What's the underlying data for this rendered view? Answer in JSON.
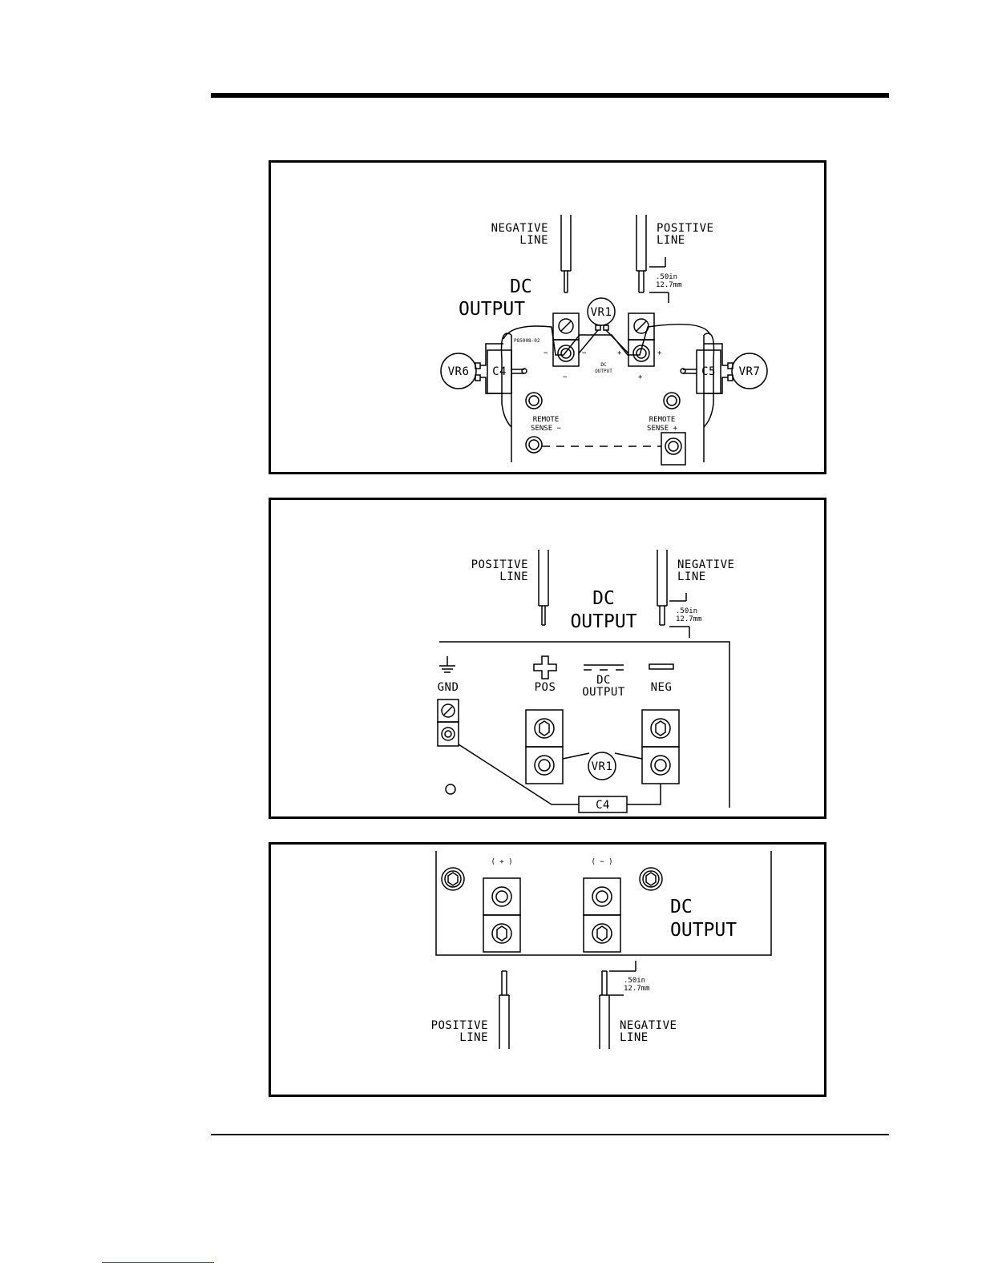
{
  "panel1": {
    "negative_line": [
      "NEGATIVE",
      "LINE"
    ],
    "positive_line": [
      "POSITIVE",
      "LINE"
    ],
    "dim_in": ".50in",
    "dim_mm": "12.7mm",
    "dc_output": [
      "DC",
      "OUTPUT"
    ],
    "vr1": "VR1",
    "vr6": "VR6",
    "vr7": "VR7",
    "c4": "C4",
    "c5": "C5",
    "part_no": "P85008-02",
    "minus": "−",
    "plus": "+",
    "board_dc_output": [
      "DC",
      "OUTPUT"
    ],
    "remote_sense_minus": [
      "REMOTE",
      "SENSE −"
    ],
    "remote_sense_plus": [
      "REMOTE",
      "SENSE +"
    ]
  },
  "panel2": {
    "positive_line": [
      "POSITIVE",
      "LINE"
    ],
    "negative_line": [
      "NEGATIVE",
      "LINE"
    ],
    "dim_in": ".50in",
    "dim_mm": "12.7mm",
    "dc_output": [
      "DC",
      "OUTPUT"
    ],
    "gnd": "GND",
    "pos": "POS",
    "neg": "NEG",
    "board_dc_output": [
      "DC",
      "OUTPUT"
    ],
    "vr1": "VR1",
    "c4": "C4"
  },
  "panel3": {
    "plus_label": "( + )",
    "minus_label": "( − )",
    "dc_output": [
      "DC",
      "OUTPUT"
    ],
    "dim_in": ".50in",
    "dim_mm": "12.7mm",
    "positive_line": [
      "POSITIVE",
      "LINE"
    ],
    "negative_line": [
      "NEGATIVE",
      "LINE"
    ]
  }
}
